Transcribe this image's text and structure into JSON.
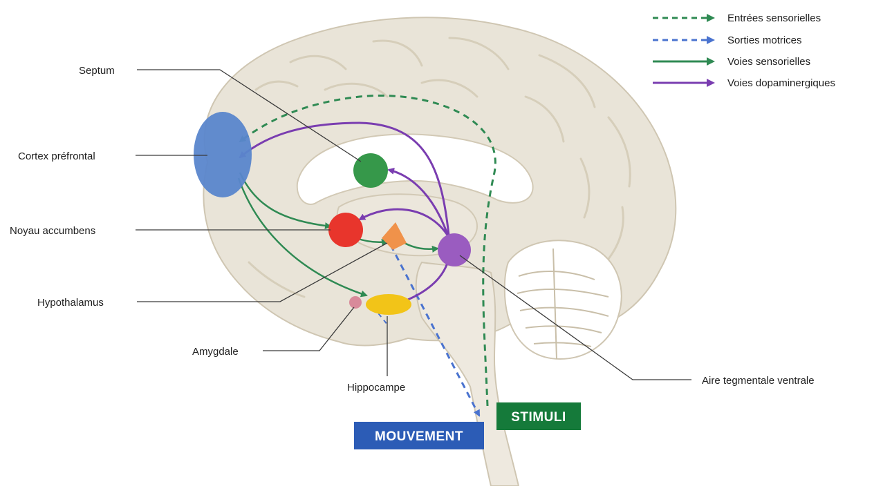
{
  "colors": {
    "brain_fill": "#e9e4d8",
    "brain_stroke": "#cfc6b2",
    "inner_fill": "#f4f1ea",
    "green_path": "#2f8a53",
    "dopamine_path": "#7a3db0",
    "motor_path": "#4a73cf",
    "prefrontal": "#5a86cc",
    "septum": "#36984a",
    "accumbens": "#e8352c",
    "hypothalamus": "#f0924a",
    "vta": "#9a5cc0",
    "hippocampus": "#f2c418",
    "amygdala": "#d88a9a",
    "stimuli_box": "#157a3a",
    "movement_box": "#2c5cb6"
  },
  "legend": [
    {
      "label": "Entrées sensorielles",
      "style": "dashed",
      "color": "green"
    },
    {
      "label": "Sorties motrices",
      "style": "dashed",
      "color": "blue"
    },
    {
      "label": "Voies sensorielles",
      "style": "solid",
      "color": "green"
    },
    {
      "label": "Voies dopaminergiques",
      "style": "solid",
      "color": "purple"
    }
  ],
  "labels": {
    "septum": "Septum",
    "prefrontal_cortex": "Cortex préfrontal",
    "nucleus_accumbens": "Noyau accumbens",
    "hypothalamus": "Hypothalamus",
    "amygdala": "Amygdale",
    "hippocampus": "Hippocampe",
    "vta": "Aire tegmentale ventrale"
  },
  "boxes": {
    "stimuli": "STIMULI",
    "movement": "MOUVEMENT"
  }
}
